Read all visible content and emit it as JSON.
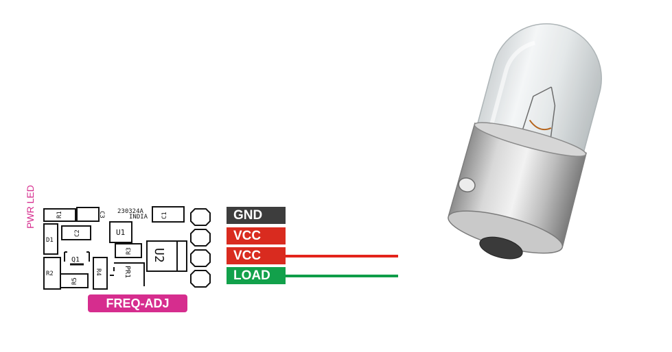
{
  "colors": {
    "magenta": "#d62d8e",
    "gnd": "#3d3d3d",
    "vcc": "#d92b1f",
    "load": "#12a14b",
    "wire_red": "#e3241b",
    "wire_green": "#0f9d49"
  },
  "board": {
    "serial": "230324A",
    "origin": "INDIA",
    "designators": {
      "r1": "R1",
      "r2": "R2",
      "r3": "R3",
      "r4": "R4",
      "r5": "R5",
      "c1": "C1",
      "c2": "C2",
      "c3": "C3",
      "d1": "D1",
      "q1": "Q1",
      "u1": "U1",
      "u2": "U2",
      "pr1": "PR1"
    },
    "pwr_led_label": "PWR LED",
    "freq_adj_label": "FREQ-ADJ"
  },
  "pins": [
    {
      "label": "GND",
      "color": "#3d3d3d"
    },
    {
      "label": "VCC",
      "color": "#d92b1f"
    },
    {
      "label": "VCC",
      "color": "#d92b1f"
    },
    {
      "label": "LOAD",
      "color": "#12a14b"
    }
  ],
  "bulb": {
    "icon": "incandescent-bulb-icon"
  }
}
